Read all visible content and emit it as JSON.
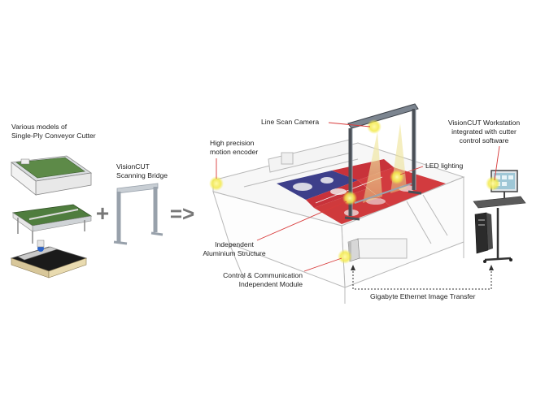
{
  "labels": {
    "conveyor_title_1": "Various models of",
    "conveyor_title_2": "Single-Ply Conveyor Cutter",
    "bridge_1": "VisionCUT",
    "bridge_2": "Scanning Bridge",
    "plus": "+",
    "arrow": "=>",
    "camera": "Line Scan Camera",
    "encoder_1": "High precision",
    "encoder_2": "motion encoder",
    "led": "LED lighting",
    "workstation_1": "VisionCUT Workstation",
    "workstation_2": "integrated with cutter",
    "workstation_3": "control software",
    "aluminium_1": "Independent",
    "aluminium_2": "Aluminium Structure",
    "control_1": "Control & Communication",
    "control_2": "Independent Module",
    "ethernet": "Gigabyte Ethernet Image Transfer"
  },
  "colors": {
    "highlight": "#f3ea4a",
    "leader": "#d83a3a",
    "frame": "#9aa3ad",
    "cutter_green": "#4f7d3e",
    "material_red": "#c8323a",
    "material_blue": "#3d3f8a"
  }
}
